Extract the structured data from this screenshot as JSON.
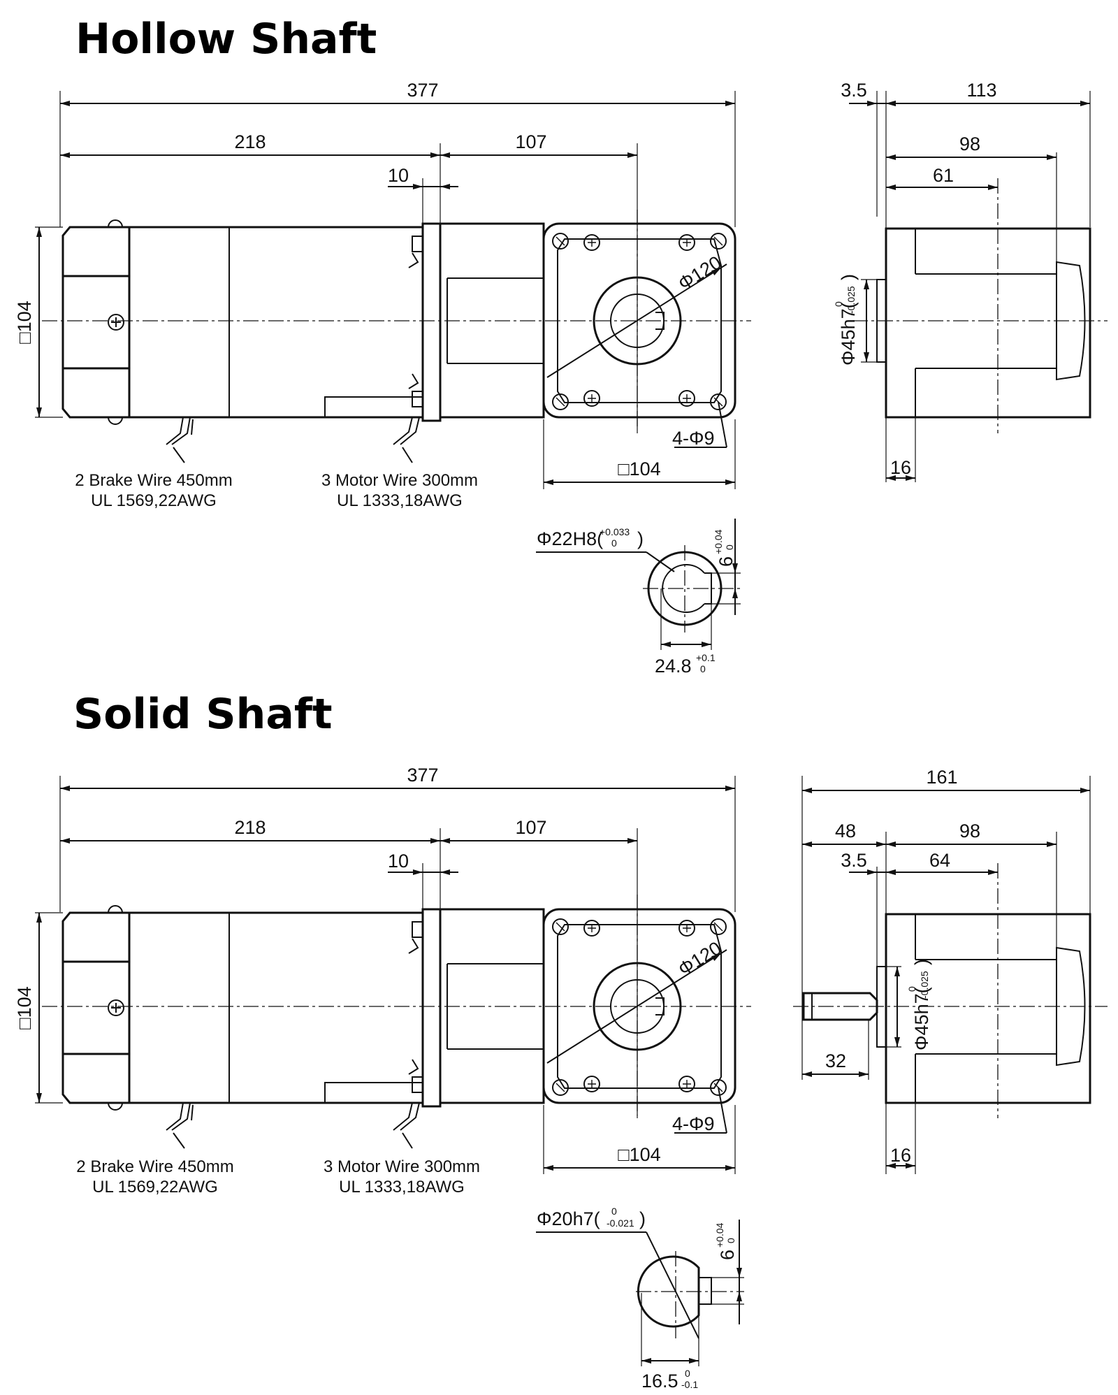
{
  "hollow": {
    "heading": "Hollow Shaft",
    "dims": {
      "overall": "377",
      "body": "218",
      "gearbox": "107",
      "flange": "10",
      "square_left": "□104",
      "square_bottom": "□104",
      "pcd": "Φ120",
      "holes": "4-Φ9",
      "side_offset": "3.5",
      "side_total": "113",
      "side_98": "98",
      "side_61": "61",
      "side_16": "16",
      "pilot_main": "Φ45h7(",
      "pilot_sup_top": "0",
      "pilot_sup_bot": "-0.025",
      "pilot_close": ")",
      "bore_main": "Φ22H8(",
      "bore_sup_top": "+0.033",
      "bore_sup_bot": "0",
      "bore_close": ")",
      "key_main": "6",
      "key_sup_top": "+0.04",
      "key_sup_bot": "0",
      "keyway_main": "24.8",
      "keyway_sup_top": "+0.1",
      "keyway_sup_bot": "0"
    },
    "wires": {
      "brake_line1": "2 Brake Wire 450mm",
      "brake_line2": "UL 1569,22AWG",
      "motor_line1": "3 Motor Wire 300mm",
      "motor_line2": "UL 1333,18AWG"
    }
  },
  "solid": {
    "heading": "Solid Shaft",
    "dims": {
      "overall": "377",
      "body": "218",
      "gearbox": "107",
      "flange": "10",
      "square_left": "□104",
      "square_bottom": "□104",
      "pcd": "Φ120",
      "holes": "4-Φ9",
      "side_total": "161",
      "side_48": "48",
      "side_98": "98",
      "side_offset": "3.5",
      "side_64": "64",
      "side_32": "32",
      "side_16": "16",
      "pilot_main": "Φ45h7(",
      "pilot_sup_top": "0",
      "pilot_sup_bot": "-0.025",
      "pilot_close": ")",
      "shaft_main": "Φ20h7(",
      "shaft_sup_top": "0",
      "shaft_sup_bot": "-0.021",
      "shaft_close": ")",
      "key_main": "6",
      "key_sup_top": "+0.04",
      "key_sup_bot": "0",
      "flat_main": "16.5",
      "flat_sup_top": "0",
      "flat_sup_bot": "-0.1"
    },
    "wires": {
      "brake_line1": "2 Brake Wire 450mm",
      "brake_line2": "UL 1569,22AWG",
      "motor_line1": "3 Motor Wire 300mm",
      "motor_line2": "UL 1333,18AWG"
    }
  }
}
